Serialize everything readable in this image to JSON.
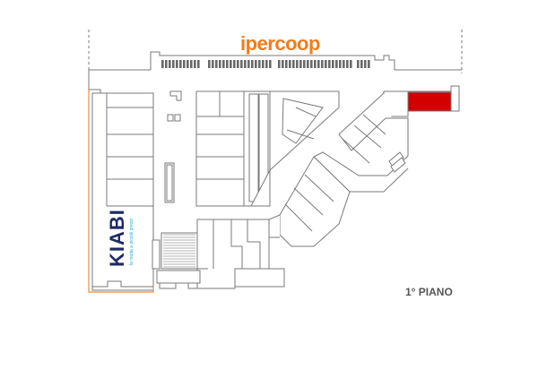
{
  "map": {
    "anchor_store": "ipercoop",
    "anchor_color": "#f07c1e",
    "floor_label": "1° PIANO",
    "tenant_store": "KIABI",
    "tenant_color": "#1d2a63",
    "tenant_tagline": "la moda a piccoli prezzi",
    "tenant_tagline_color": "#2aa7c9",
    "highlight_color": "#d40000",
    "wall_color": "#7a7a7a"
  }
}
